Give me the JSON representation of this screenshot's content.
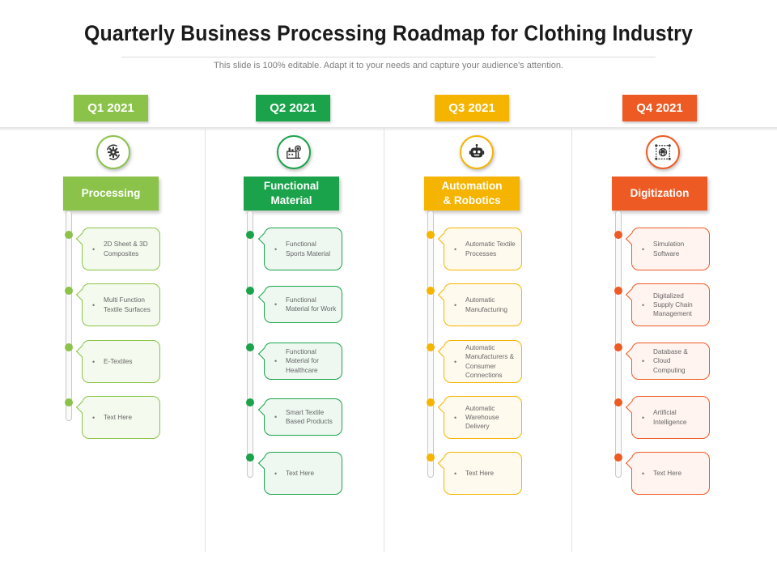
{
  "title": "Quarterly Business Processing Roadmap for Clothing Industry",
  "subtitle": "This slide is 100% editable. Adapt it to your needs and capture your audience's attention.",
  "columns": [
    {
      "quarter": "Q1 2021",
      "category": "Processing",
      "icon": "gear-cycle-icon",
      "color": "#8bc34a",
      "tint": "#f4faee",
      "items": [
        "2D Sheet & 3D Composites",
        "Multi Function Textile Surfaces",
        "E-Textiles",
        "Text Here"
      ]
    },
    {
      "quarter": "Q2 2021",
      "category": "Functional\nMaterial",
      "icon": "factory-gear-icon",
      "color": "#1aa34a",
      "tint": "#eef8f1",
      "items": [
        "Functional Sports Material",
        "Functional Material for Work",
        "Functional Material for Healthcare",
        "Smart Textile Based Products",
        "Text Here"
      ]
    },
    {
      "quarter": "Q3 2021",
      "category": "Automation\n& Robotics",
      "icon": "robot-icon",
      "color": "#f5b400",
      "tint": "#fffaee",
      "items": [
        "Automatic Textile Processes",
        "Automatic Manufacturing",
        "Automatic Manufacturers & Consumer Connections",
        "Automatic Warehouse Delivery",
        "Text Here"
      ]
    },
    {
      "quarter": "Q4 2021",
      "category": "Digitization",
      "icon": "digital-globe-icon",
      "color": "#ee5a24",
      "tint": "#fff4ef",
      "items": [
        "Simulation Software",
        "Digitalized Supply Chain Management",
        "Database & Cloud Computing",
        "Artificial Intelligence",
        "Text Here"
      ]
    }
  ]
}
